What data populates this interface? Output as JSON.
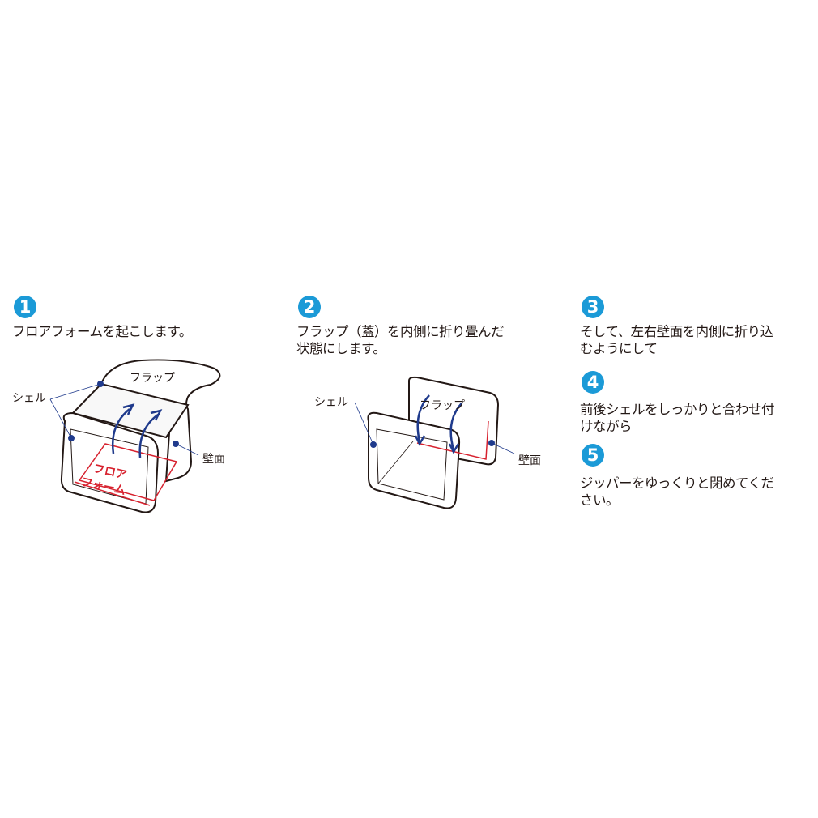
{
  "steps": [
    {
      "number": "1",
      "lines": [
        "フロアフォームを起こします。"
      ]
    },
    {
      "number": "2",
      "lines": [
        "フラップ（蓋）を内側に折り畳んだ",
        "状態にします。"
      ]
    },
    {
      "number": "3",
      "lines": [
        "そして、左右壁面を内側に折り込",
        "むようにして"
      ]
    },
    {
      "number": "4",
      "lines": [
        "前後シェルをしっかりと合わせ付",
        "けながら"
      ]
    },
    {
      "number": "5",
      "lines": [
        "ジッパーをゆっくりと閉めてくだ",
        "さい。"
      ]
    }
  ],
  "figure1": {
    "flap_label": "フラップ",
    "shell_label": "シェル",
    "wall_label": "壁面",
    "floor_label_line1": "フロア",
    "floor_label_line2": "フォーム"
  },
  "figure2": {
    "flap_label": "フラップ",
    "shell_label": "シェル",
    "wall_label": "壁面"
  },
  "colors": {
    "step_number": "#1b9ad7",
    "pointer": "#1f3a8c",
    "floor": "#d7212e"
  }
}
